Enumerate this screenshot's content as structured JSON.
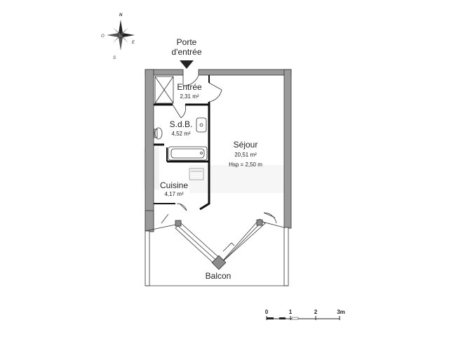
{
  "entry_door": {
    "line1": "Porte",
    "line2": "d'entrée"
  },
  "compass": {
    "north": "N",
    "south": "S",
    "east": "E",
    "west": "O"
  },
  "rooms": {
    "entree": {
      "name": "Entrée",
      "area": "2,31 m²"
    },
    "sdb": {
      "name": "S.d.B.",
      "area": "4,52 m²"
    },
    "sejour": {
      "name": "Séjour",
      "area": "20,51 m²",
      "height": "Hsp = 2,50 m"
    },
    "cuisine": {
      "name": "Cuisine",
      "area": "4,17 m²"
    },
    "balcon": {
      "name": "Balcon"
    }
  },
  "scale": {
    "labels": [
      "0",
      "1",
      "2",
      "3m"
    ]
  },
  "colors": {
    "wall": "#9a9a9a",
    "wall_outline": "#333333",
    "line": "#444444",
    "watermark": "#e8e8e8"
  }
}
